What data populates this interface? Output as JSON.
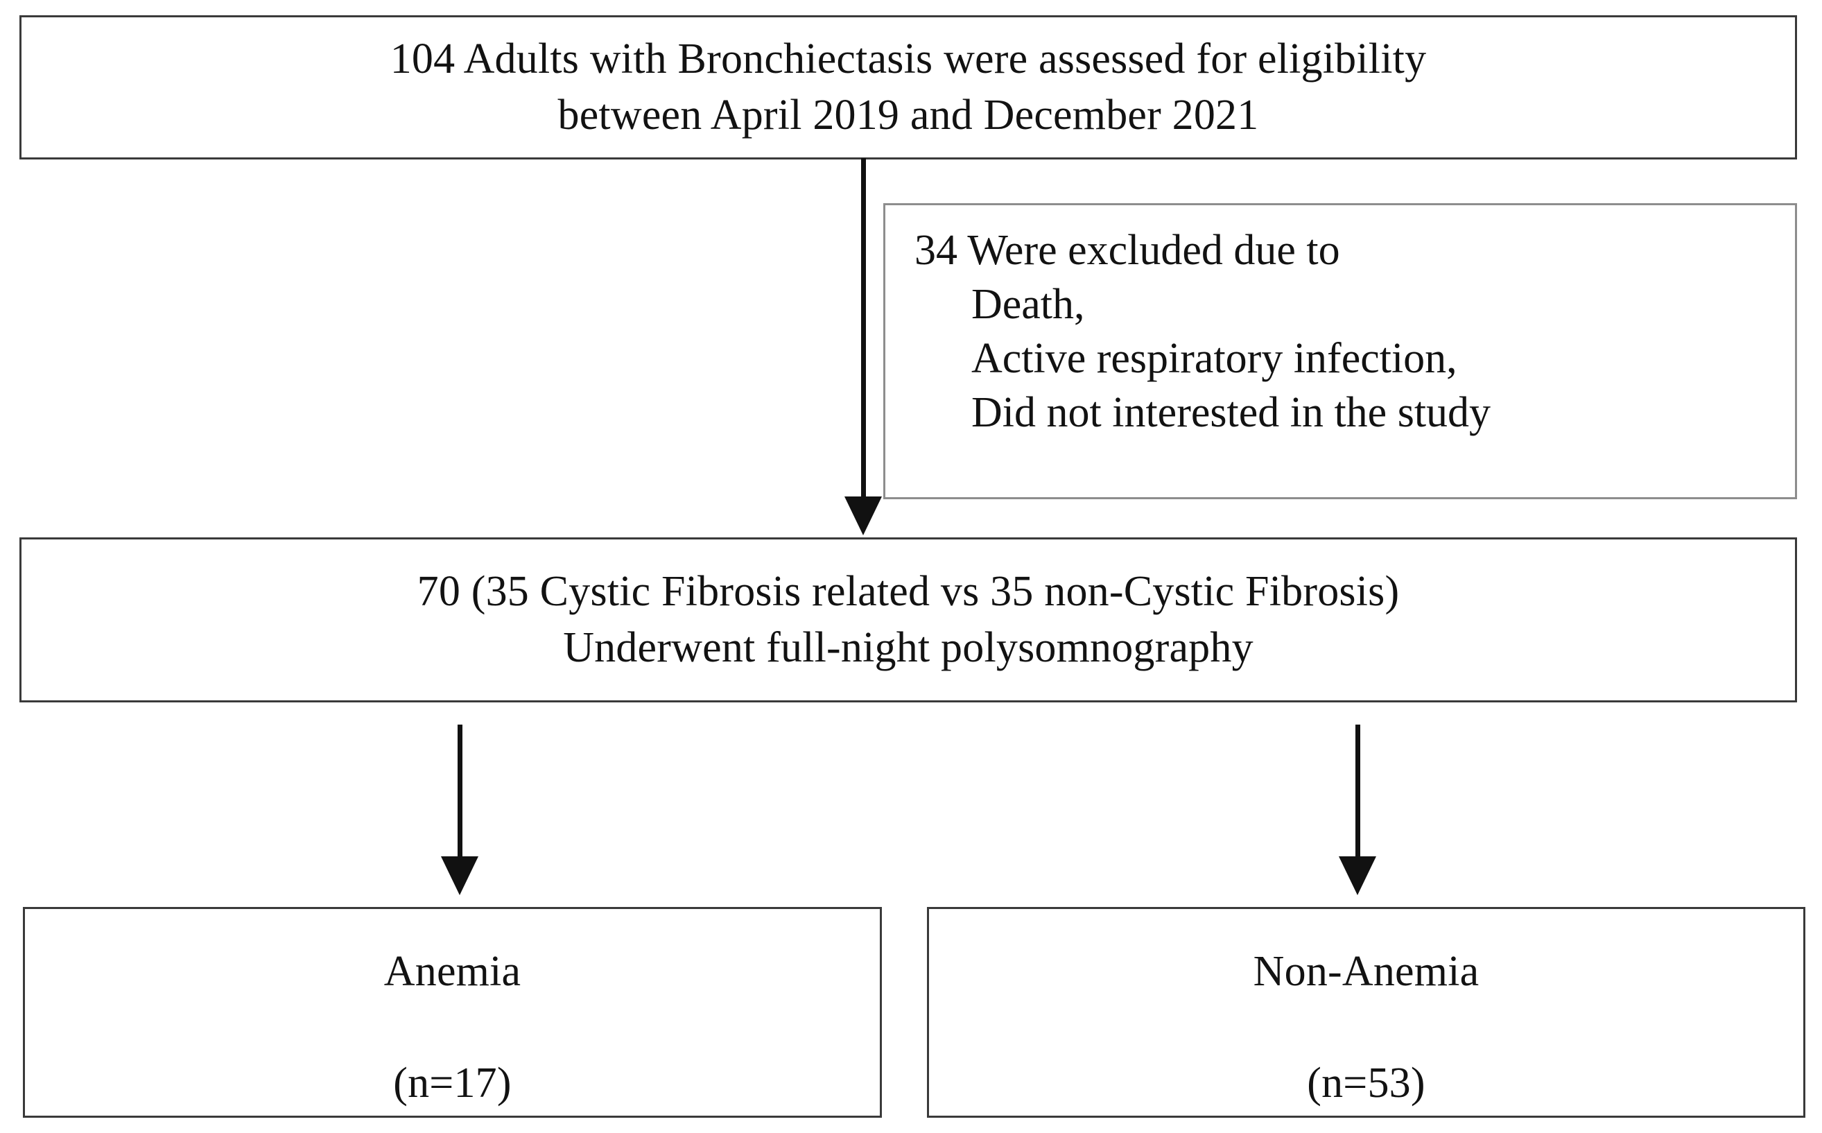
{
  "diagram": {
    "type": "study-flow-diagram",
    "nodes": {
      "assessed": {
        "text": "104 Adults with Bronchiectasis were assessed for eligibility\nbetween April 2019 and December 2021"
      },
      "excluded": {
        "heading": "34 Were excluded due to",
        "reasons": [
          "Death,",
          "Active respiratory infection,",
          "Did not interested in the study"
        ]
      },
      "polysomnography": {
        "text": "70 (35 Cystic Fibrosis related vs 35 non-Cystic Fibrosis)\nUnderwent full-night polysomnography"
      },
      "anemia": {
        "label": "Anemia",
        "count": "(n=17)"
      },
      "non_anemia": {
        "label": "Non-Anemia",
        "count": "(n=53)"
      }
    },
    "colors": {
      "box_border": "#3a3a3a",
      "excluded_border": "#8d8d8d",
      "arrow": "#111111",
      "text": "#121212",
      "background": "#ffffff"
    }
  }
}
